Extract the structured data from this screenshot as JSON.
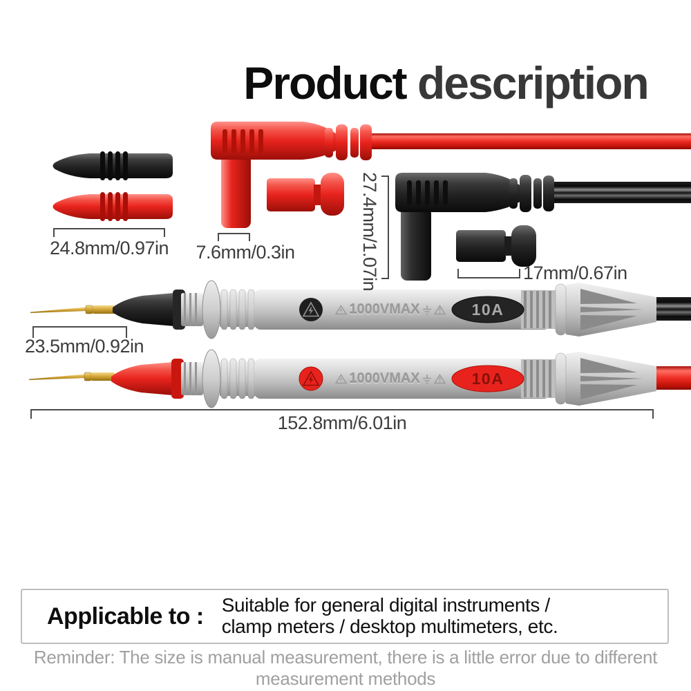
{
  "title": {
    "word1": "Product",
    "word2": "description"
  },
  "labels": {
    "tip_covers_size": "24.8mm/0.97in",
    "plug_barrel_size": "7.6mm/0.3in",
    "plug_height_size": "27.4mm/1.07in",
    "cap_size": "17mm/0.67in",
    "probe_tip_size": "23.5mm/0.92in",
    "probe_total_size": "152.8mm/6.01in"
  },
  "probe_markings": {
    "voltage_rating": "1000VMAX",
    "current_rating": "10A"
  },
  "applicable": {
    "label": "Applicable to :",
    "line1": "Suitable for general digital instruments /",
    "line2": "clamp meters / desktop multimeters, etc."
  },
  "reminder": "Reminder: The size is manual measurement, there is a little error due to different measurement methods",
  "colors": {
    "red": "#e8231d",
    "black": "#1c1c1c",
    "silver": "#c9c9c9",
    "gold": "#d6a93c",
    "label_gray": "#3d3d3d",
    "reminder_gray": "#a0a0a0"
  }
}
